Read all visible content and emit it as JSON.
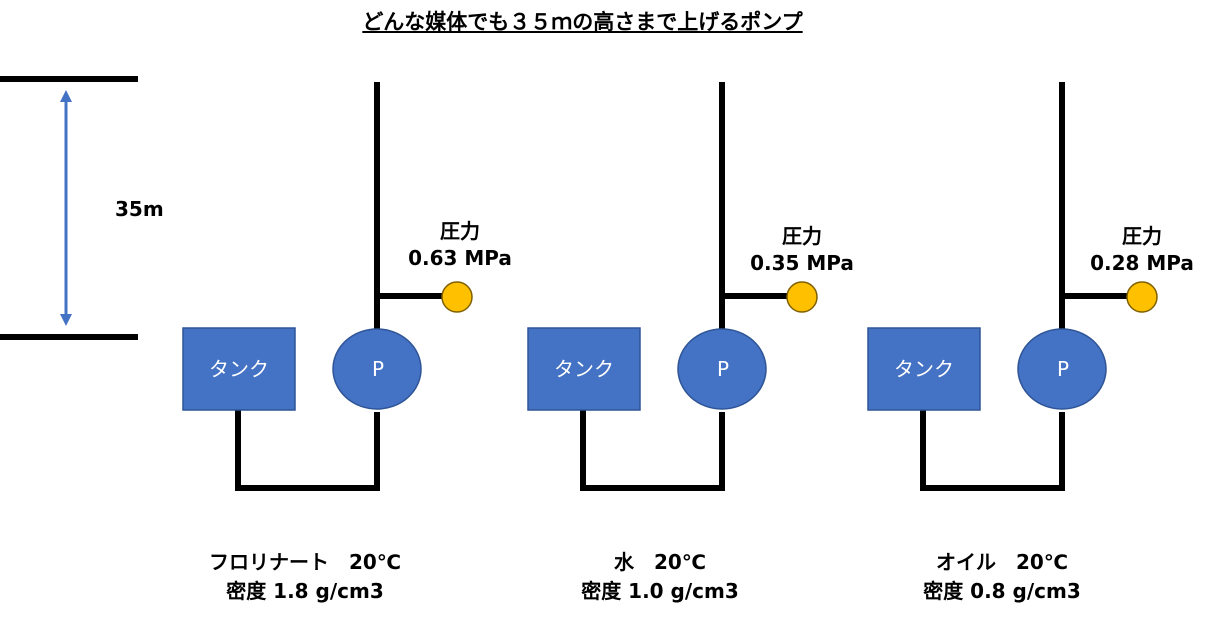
{
  "title": "どんな媒体でも３５ｍの高さまで上げるポンプ",
  "height_label": "35m",
  "colors": {
    "pipe": "#000000",
    "tank_fill": "#4472c4",
    "tank_stroke": "#2f5597",
    "pump_fill": "#4472c4",
    "pump_stroke": "#2f5597",
    "gauge_fill": "#ffc000",
    "gauge_stroke": "#7f6000",
    "arrow": "#4472c4"
  },
  "units": [
    {
      "tank_label": "タンク",
      "pump_label": "P",
      "pressure_title": "圧力",
      "pressure_value": "0.63 MPa",
      "fluid_line": "フロリナート　20℃",
      "density_line": "密度 1.8 g/cm3"
    },
    {
      "tank_label": "タンク",
      "pump_label": "P",
      "pressure_title": "圧力",
      "pressure_value": "0.35 MPa",
      "fluid_line": "水　20℃",
      "density_line": "密度 1.0 g/cm3"
    },
    {
      "tank_label": "タンク",
      "pump_label": "P",
      "pressure_title": "圧力",
      "pressure_value": "0.28 MPa",
      "fluid_line": "オイル　20℃",
      "density_line": "密度 0.8 g/cm3"
    }
  ]
}
